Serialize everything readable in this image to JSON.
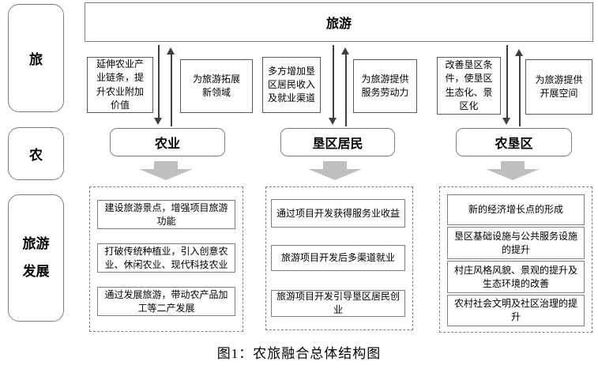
{
  "figure": {
    "caption": "图1：农旅融合总体结构图",
    "top_box": {
      "label": "旅游"
    },
    "row_labels": [
      {
        "label": "旅"
      },
      {
        "label": "农"
      },
      {
        "label": "旅游发展"
      }
    ],
    "columns": [
      {
        "entity": "农业",
        "down_note": "延伸农业产业链条，提升农业附加价值",
        "up_note": "为旅游拓展新领域",
        "outcomes": [
          "建设旅游景点，增强项目旅游功能",
          "打破传统种植业，引入创意农业、休闲农业、现代科技农业",
          "通过发展旅游，带动农产品加工等二产发展"
        ]
      },
      {
        "entity": "垦区居民",
        "down_note": "多方增加垦区居民收入及就业渠道",
        "up_note": "为旅游提供服务劳动力",
        "outcomes": [
          "通过项目开发获得服务业收益",
          "旅游项目开发后多渠道就业",
          "旅游项目开发引导垦区居民创业"
        ]
      },
      {
        "entity": "农垦区",
        "down_note": "改善垦区条件，使垦区生态化、景区化",
        "up_note": "为旅游提供开展空间",
        "outcomes": [
          "新的经济增长点的形成",
          "垦区基础设施与公共服务设施的提升",
          "村庄风格风貌、景观的提升及生态环境的改善",
          "农村社会文明及社区治理的提升"
        ]
      }
    ],
    "colors": {
      "rounded_border": "#7f7f7f",
      "note_border": "#595959",
      "thin_arrow": "#3f3f3f",
      "block_arrow": "#bfbfbf",
      "text": "#000000",
      "background": "#ffffff"
    }
  }
}
